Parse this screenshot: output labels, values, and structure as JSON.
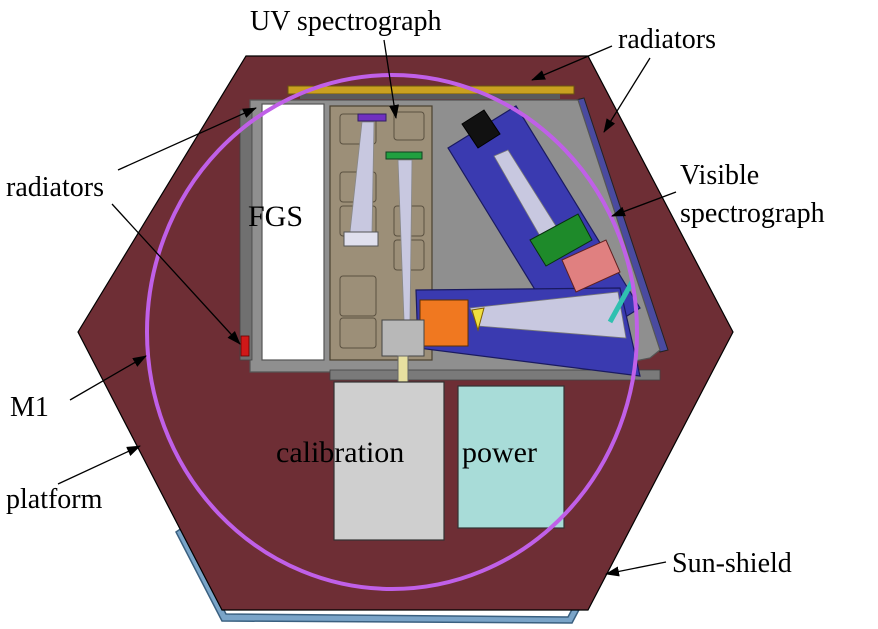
{
  "labels": {
    "uv_spectrograph": "UV spectrograph",
    "radiators_top": "radiators",
    "radiators_left": "radiators",
    "visible_spectrograph_line1": "Visible",
    "visible_spectrograph_line2": "spectrograph",
    "fgs": "FGS",
    "m1": "M1",
    "platform": "platform",
    "calibration": "calibration",
    "power": "power",
    "sun_shield": "Sun-shield"
  },
  "colors": {
    "platform": "#6e2e35",
    "sun_shield": "#7aa4c8",
    "m1_circle": "#c060e8",
    "radiator_bar": "#c9a020",
    "bench": "#8f8f8f",
    "fgs_panel": "#ffffff",
    "uv_plate": "#9c8f78",
    "visible_body": "#3a3ab0",
    "calibration_box": "#cfcfcf",
    "power_box": "#a8dcd8",
    "orange_part": "#f07820",
    "green_part": "#1e8a2a",
    "pink_part": "#e08080",
    "beam": "#c8c8e0"
  },
  "arrow_icon": "arrow-head"
}
